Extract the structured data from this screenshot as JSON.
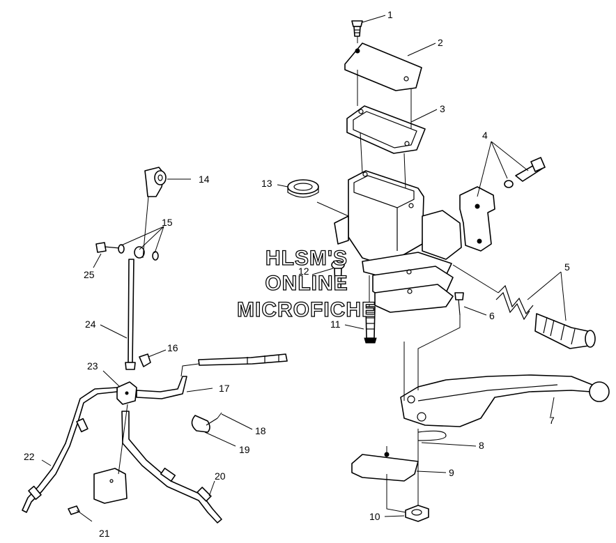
{
  "callouts": [
    "1",
    "2",
    "3",
    "4",
    "5",
    "6",
    "7",
    "8",
    "9",
    "10",
    "11",
    "12",
    "13",
    "14",
    "15",
    "16",
    "17",
    "18",
    "19",
    "20",
    "21",
    "22",
    "23",
    "24",
    "25"
  ],
  "watermark": {
    "line1": "HLSM'S",
    "line2": "ONLINE",
    "line3": "MICROFICHE"
  }
}
